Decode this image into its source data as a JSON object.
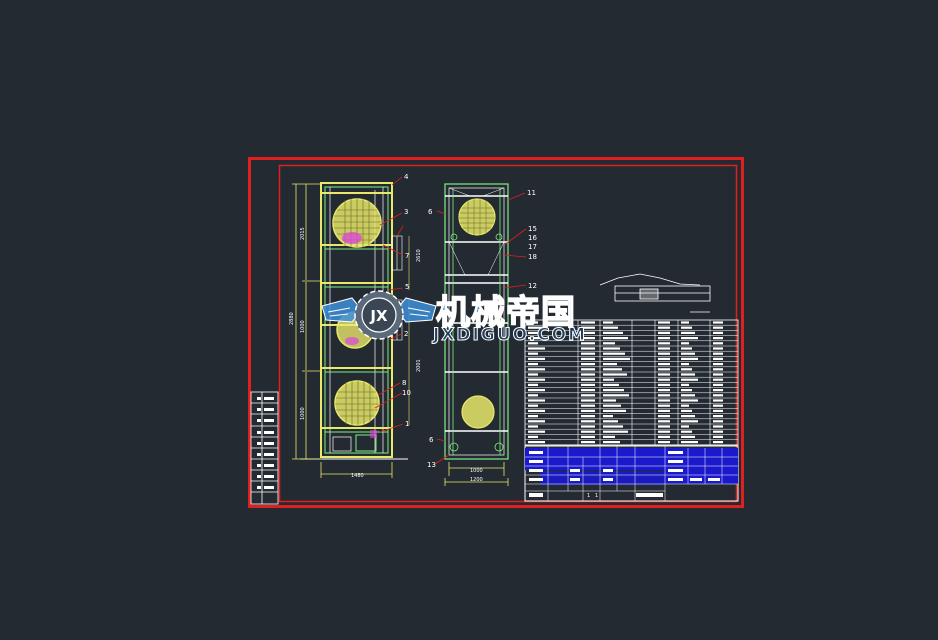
{
  "drawing": {
    "callouts": [
      "4",
      "3",
      "7",
      "5",
      "2",
      "8",
      "10",
      "1",
      "6",
      "11",
      "15",
      "16",
      "17",
      "18",
      "12",
      "13",
      "6"
    ],
    "dimensions": {
      "front_width": "1480",
      "side_width_inner": "1000",
      "side_width_outer": "1200",
      "total_height": "2880",
      "segment_top": "2015",
      "segment_mid": "1000",
      "segment_low": "1000",
      "inner_a": "2610",
      "inner_b": "2001"
    },
    "title_block": {
      "scale_cells": [
        "1",
        "1"
      ]
    }
  },
  "watermark": {
    "title": "机械帝国",
    "subtitle": "JXDIGUO.COM",
    "emblem_letters": "JX"
  },
  "colors": {
    "background": "#232a32",
    "border": "#e0201e",
    "frame_yellow": "#e8e86a",
    "frame_green": "#7ff07f",
    "accent_magenta": "#e040e0",
    "table_blue": "#1a1acc",
    "watermark_blue": "#3d8fd9"
  }
}
